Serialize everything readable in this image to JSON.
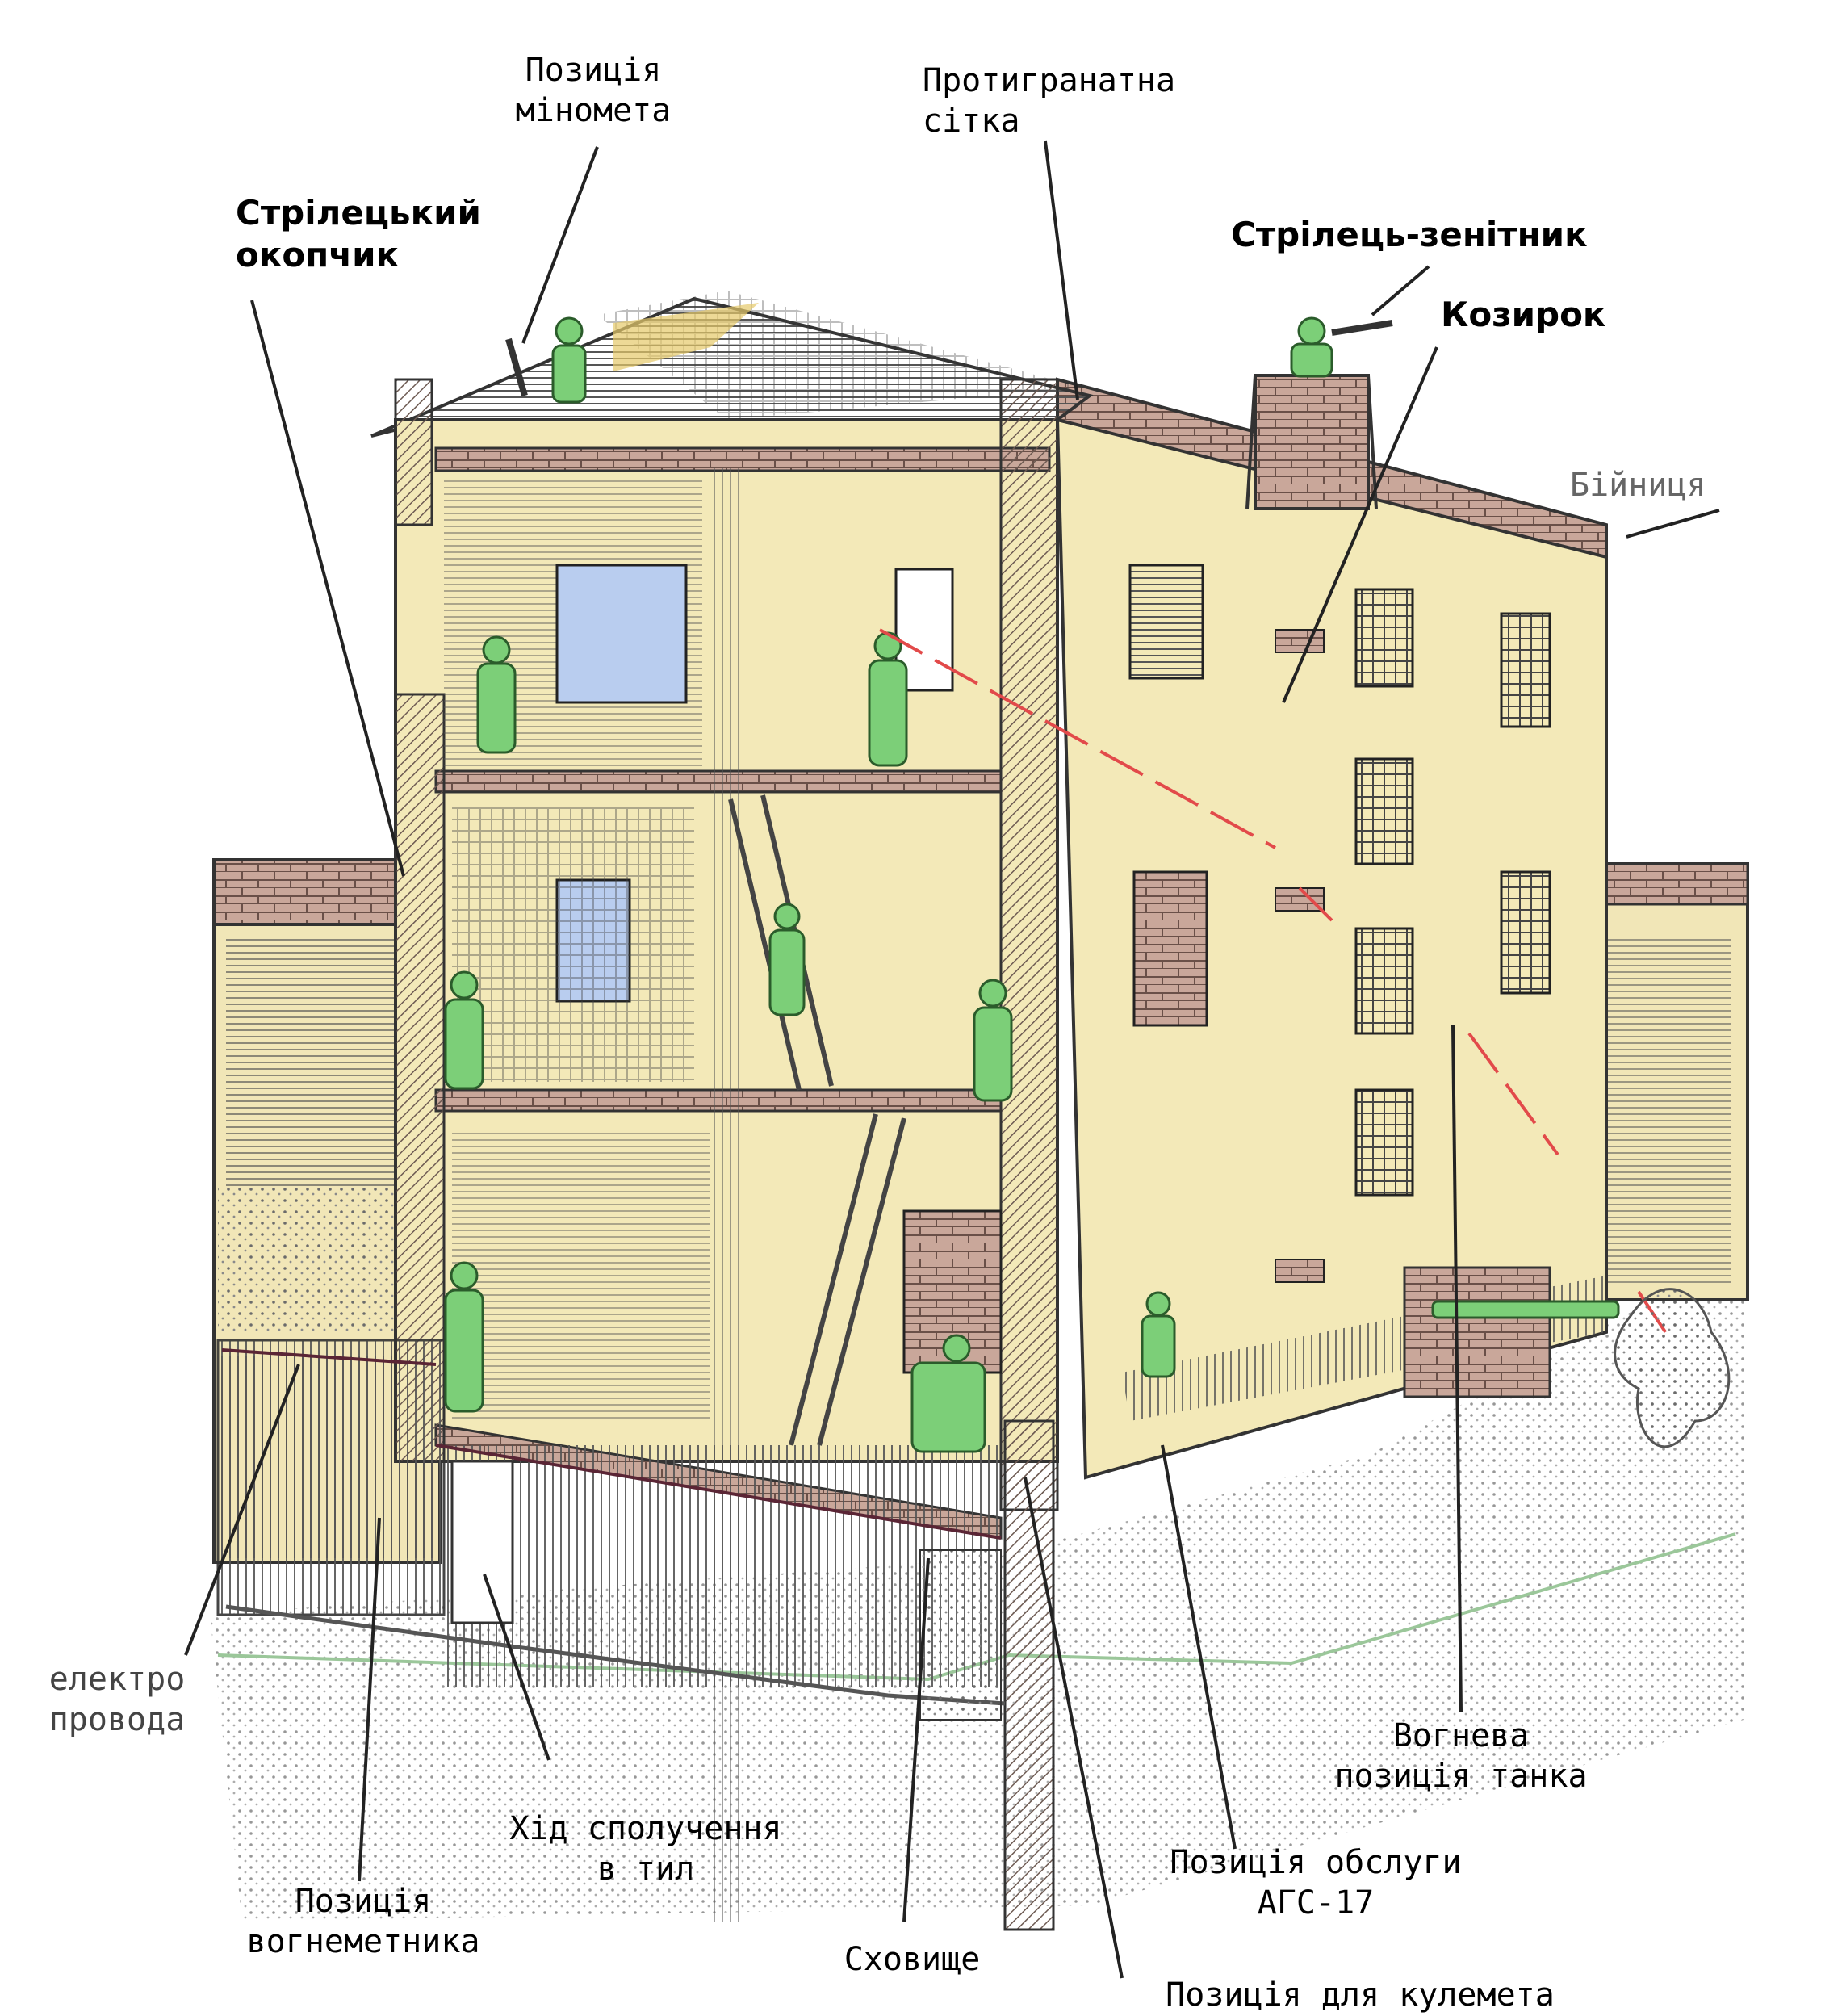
{
  "labels": {
    "mortar": {
      "line1": "Позиція",
      "line2": "мінометa"
    },
    "antigrenade_net": {
      "line1": "Протигранатна",
      "line2": "сітка"
    },
    "rifle_cell": {
      "line1": "Стрілецький",
      "line2": "окопчик"
    },
    "aa_gunner": "Стрілець-зенітник",
    "canopy": "Козирок",
    "loophole": "Бійниця",
    "wires": {
      "line1": "електро",
      "line2": "провода"
    },
    "comm_trench": {
      "line1": "Хід сполучення",
      "line2": "в тил"
    },
    "flamethrower": {
      "line1": "Позиція",
      "line2": "вогнеметника"
    },
    "shelter": "Сховище",
    "tank_position": {
      "line1": "Вогнева",
      "line2": "позиція танка"
    },
    "ags_crew": {
      "line1": "Позиція обслуги",
      "line2": "АГС-17"
    },
    "machine_gun": "Позиція для кулемета"
  },
  "colors": {
    "wall_fill": "#f3e9b8",
    "brick": "#b98f7c",
    "soldier": "#7ccf78",
    "ink": "#2a2a2a",
    "window_blue": "#b9cdef",
    "fire_line": "#e24a4a"
  }
}
